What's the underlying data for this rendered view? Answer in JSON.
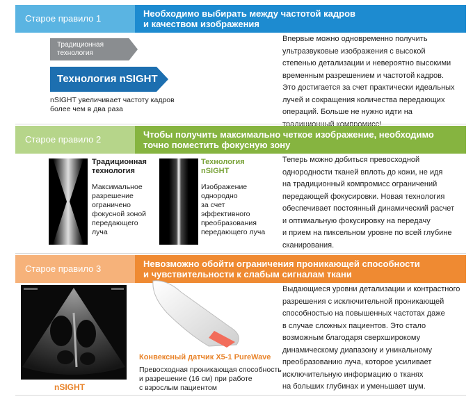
{
  "section1": {
    "rule_label": "Старое правило 1",
    "title_line1": "Необходимо выбирать между частотой кадров",
    "title_line2": "и качеством изображения",
    "colors": {
      "left": "#5ab4e2",
      "right": "#1d8bd0"
    },
    "traditional_label_line1": "Традиционная",
    "traditional_label_line2": "технология",
    "nsight_label": "Технология nSIGHT",
    "caption_line1": "nSIGHT увеличивает частоту кадров",
    "caption_line2": "более чем в два раза",
    "body": [
      "Впервые можно одновременно получить",
      "ультразвуковые изображения с высокой",
      "степенью детализации и невероятно высокими",
      "временным разрешением и частотой кадров.",
      "Это достигается за счет практически идеальных",
      "лучей и сокращения количества передающих",
      "операций. Больше не нужно идти на",
      "традиционный компромисс!"
    ]
  },
  "section2": {
    "rule_label": "Старое правило 2",
    "title_line1": "Чтобы получить максимально четкое изображение, необходимо",
    "title_line2": "точно поместить фокусную зону",
    "colors": {
      "left": "#b6d58a",
      "right": "#86b440"
    },
    "traditional": {
      "title_line1": "Традиционная",
      "title_line2": "технология",
      "desc": [
        "Максимальное",
        "разрешение",
        "ограничено",
        "фокусной зоной",
        "передающего",
        "луча"
      ]
    },
    "nsight": {
      "title_line1": "Технология",
      "title_line2": "nSIGHT",
      "desc": [
        "Изображение",
        "однородно",
        "за счет",
        "эффективного",
        "преобразования",
        "передающего луча"
      ]
    },
    "body": [
      "Теперь можно добиться превосходной",
      "однородности тканей вплоть до кожи, не идя",
      "на традиционный компромисс ограничений",
      "передающей фокусировки. Новая технология",
      "обеспечивает постоянный динамический расчет",
      "и оптимальную фокусировку на передачу",
      "и прием на пиксельном уровне по всей глубине",
      "сканирования."
    ]
  },
  "section3": {
    "rule_label": "Старое правило 3",
    "title_line1": "Невозможно обойти ограничения проникающей способности",
    "title_line2": "и чувствительности к слабым сигналам ткани",
    "colors": {
      "left": "#f6b27a",
      "right": "#ef8a32"
    },
    "image_label": "nSIGHT",
    "probe_title": "Конвексный датчик X5-1 PureWave",
    "probe_desc": [
      "Превосходная проникающая способность",
      "и разрешение (16 см) при работе",
      "с взрослым пациентом"
    ],
    "body": [
      "Выдающиеся уровни детализации и контрастного",
      "разрешения с исключительной проникающей",
      "способностью на повышенных частотах даже",
      "в случае сложных пациентов. Это стало",
      "возможным благодаря сверхширокому",
      "динамическому диапазону и уникальному",
      "преобразованию луча, которое усиливает",
      "исключительную информацию о тканях",
      "на больших глубинах и уменьшает шум."
    ]
  }
}
